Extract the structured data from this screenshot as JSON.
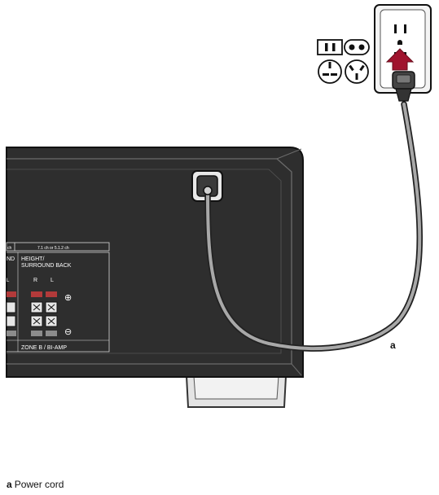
{
  "diagram": {
    "callout_letter": "a",
    "panel": {
      "header_left": "ch",
      "header_right": "7.1 ch or 5.1.2 ch",
      "column_left_partial": "ND",
      "column_title_line1": "HEIGHT/",
      "column_title_line2": "SURROUND BACK",
      "channel_r": "R",
      "channel_l": "L",
      "partial_l": "L",
      "plus_symbol": "⊕",
      "minus_symbol": "⊖",
      "zone_label": "ZONE B / BI-AMP"
    }
  },
  "caption": {
    "letter": "a",
    "text": "Power cord"
  },
  "colors": {
    "receiver_body": "#2e2e2e",
    "panel_line": "#d9d9d9",
    "cable": "#9a9a9a",
    "arrow": "#a0142e",
    "speaker_red": "#b33a3a"
  }
}
